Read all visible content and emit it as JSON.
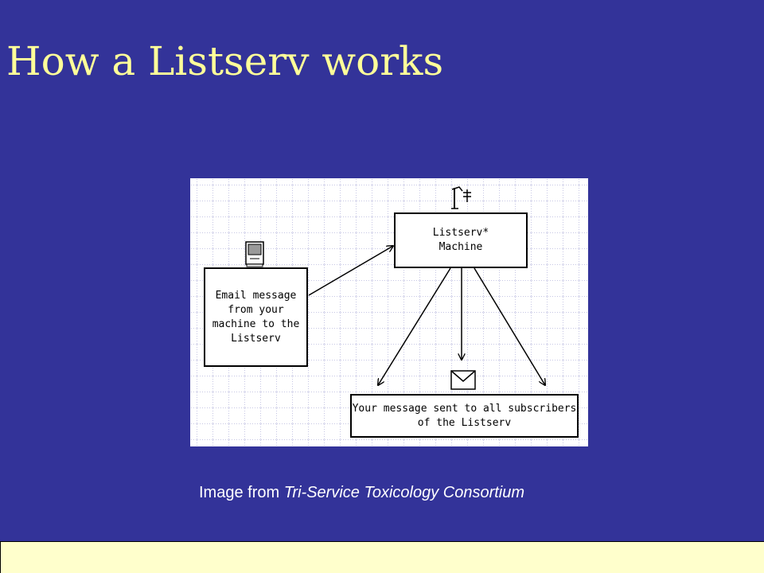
{
  "slide": {
    "title": "How a Listserv works",
    "background_color": "#333399",
    "title_color": "#FFFF99",
    "footer_color": "#FFFFCC"
  },
  "diagram": {
    "listserv_box": "Listserv*\nMachine",
    "email_box": "Email message\nfrom your\nmachine to  the\nListserv",
    "subscribers_box": "Your message sent to all subscribers\nof the Listserv",
    "icons": [
      "computer-icon",
      "antenna-icon",
      "envelope-icon"
    ]
  },
  "caption": {
    "prefix": "Image from ",
    "source": "Tri-Service Toxicology Consortium"
  }
}
